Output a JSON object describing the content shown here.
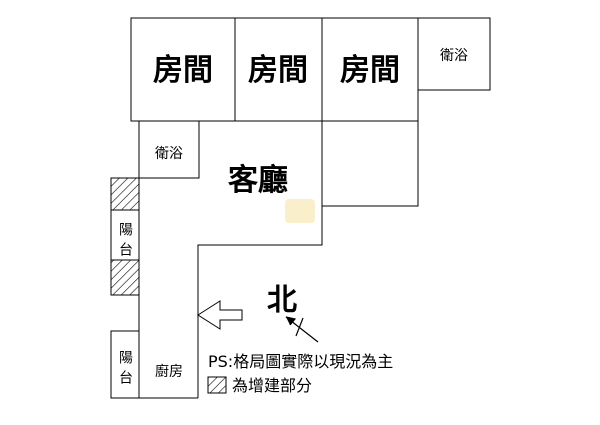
{
  "rooms": {
    "room_1": "房間",
    "room_2": "房間",
    "room_3": "房間",
    "bath_top_right": "衛浴",
    "bath_left": "衛浴",
    "living_room": "客廳",
    "kitchen": "廚房",
    "balcony_upper": "陽台",
    "balcony_lower": "陽台"
  },
  "compass": {
    "north_label": "北"
  },
  "notes": {
    "ps": "PS:格局圖實際以現況為主",
    "legend": "為增建部分"
  },
  "colors": {
    "line": "#000000",
    "background": "#ffffff",
    "watermark": "#f5e6a8"
  }
}
